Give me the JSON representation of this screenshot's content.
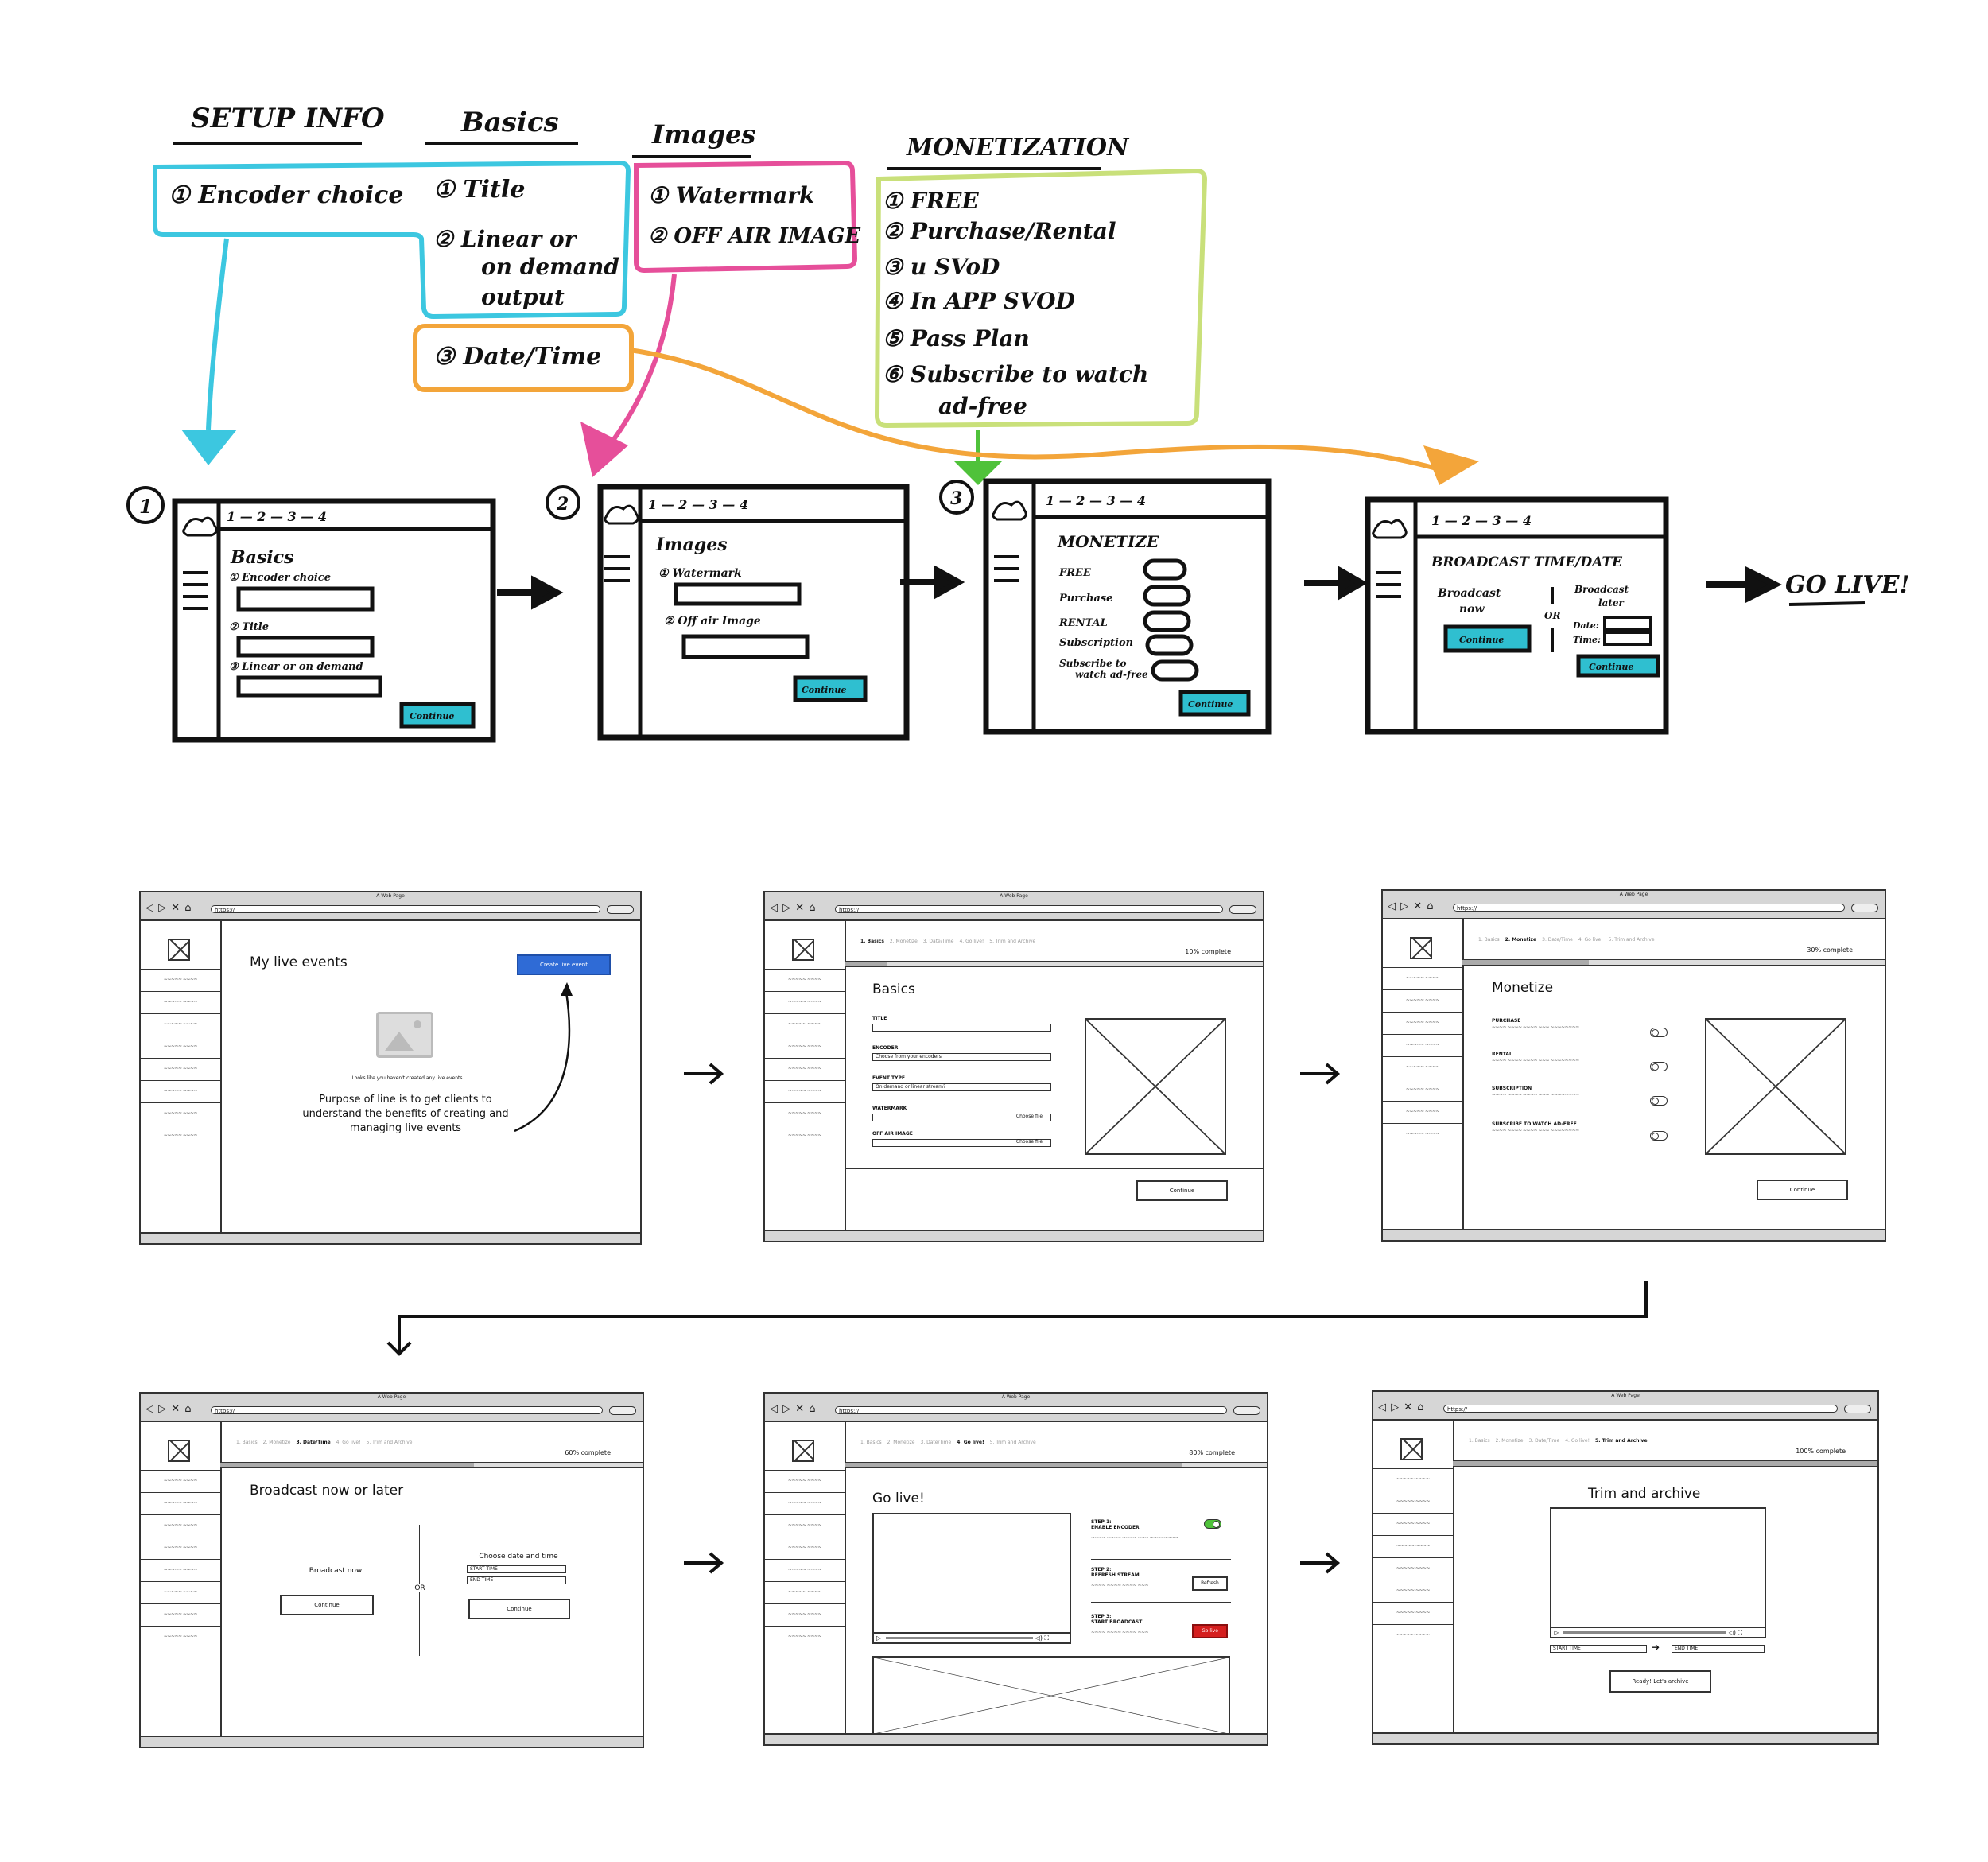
{
  "sketch": {
    "headings": {
      "setup": "SETUP INFO",
      "basics": "Basics",
      "images": "Images",
      "monetization": "MONETIZATION"
    },
    "setup_items": [
      "① Encoder choice"
    ],
    "basics_items": [
      "① Title",
      "② Linear or",
      "on demand",
      "output"
    ],
    "date_item": "③ Date/Time",
    "images_items": [
      "① Watermark",
      "② OFF AIR IMAGE"
    ],
    "monet_items": [
      "① FREE",
      "② Purchase/Rental",
      "③ u SVoD",
      "④ In APP SVOD",
      "⑤ Pass Plan",
      "⑥ Subscribe to watch",
      "ad-free"
    ],
    "numbers": [
      "①",
      "②",
      "③"
    ],
    "s1": {
      "title": "Basics",
      "l1": "① Encoder choice",
      "l2": "② Title",
      "l3": "③ Linear or on demand",
      "btn": "Continue",
      "steps": "1 — 2 — 3 — 4"
    },
    "s2": {
      "title": "Images",
      "l1": "① Watermark",
      "l2": "② Off air Image",
      "btn": "Continue",
      "steps": "1 — 2 — 3 — 4"
    },
    "s3": {
      "title": "MONETIZE",
      "items": [
        "FREE",
        "Purchase",
        "RENTAL",
        "Subscription",
        "Subscribe to",
        "watch ad-free"
      ],
      "btn": "Continue",
      "steps": "1 — 2 — 3 — 4"
    },
    "s4": {
      "title": "BROADCAST TIME/DATE",
      "now1": "Broadcast",
      "now2": "now",
      "or": "OR",
      "later1": "Broadcast",
      "later2": "later",
      "date": "Date:",
      "time": "Time:",
      "btn1": "Continue",
      "btn2": "Continue",
      "steps": "1 — 2 — 3 — 4"
    },
    "golive": "GO LIVE!"
  },
  "wireframe_common": {
    "title": "A Web Page",
    "url": "https://",
    "nav": "◁ ▷ ✕ ⌂",
    "sidebar_item": "~~~~~ ~~~~"
  },
  "steps": [
    "1. Basics",
    "2. Monetize",
    "3. Date/Time",
    "4. Go live!",
    "5. Trim and Archive"
  ],
  "w1": {
    "heading": "My live events",
    "create_btn": "Create live event",
    "empty_text": "Looks like you haven't created any live events",
    "note": "Purpose of line is to get clients to understand the benefits of creating and managing live events"
  },
  "w2": {
    "pct": "10% complete",
    "progress": 0.1,
    "heading": "Basics",
    "title_lbl": "TITLE",
    "encoder_lbl": "ENCODER",
    "encoder_val": "Choose from your encoders",
    "event_lbl": "EVENT TYPE",
    "event_val": "On demand or linear stream?",
    "wm_lbl": "WATERMARK",
    "oai_lbl": "OFF AIR IMAGE",
    "choose": "Choose file",
    "continue": "Continue"
  },
  "w3": {
    "pct": "30% complete",
    "progress": 0.3,
    "heading": "Monetize",
    "items": [
      "PURCHASE",
      "RENTAL",
      "SUBSCRIPTION",
      "SUBSCRIBE TO WATCH AD-FREE"
    ],
    "continue": "Continue"
  },
  "w4": {
    "pct": "60% complete",
    "progress": 0.6,
    "heading": "Broadcast now or later",
    "now": "Broadcast now",
    "or": "OR",
    "later": "Choose date and time",
    "start": "START TIME",
    "end": "END TIME",
    "continue1": "Continue",
    "continue2": "Continue"
  },
  "w5": {
    "pct": "80% complete",
    "progress": 0.8,
    "heading": "Go live!",
    "step1a": "STEP 1:",
    "step1b": "ENABLE ENCODER",
    "step2a": "STEP 2:",
    "step2b": "REFRESH STREAM",
    "step3a": "STEP 3:",
    "step3b": "START BROADCAST",
    "refresh": "Refresh",
    "golive": "Go live"
  },
  "w6": {
    "pct": "100% complete",
    "progress": 1.0,
    "heading": "Trim and archive",
    "start": "START TIME",
    "end": "END TIME",
    "ready": "Ready! Let's archive"
  },
  "colors": {
    "teal": "#2fbfd0",
    "cyan": "#3cc7e0",
    "pink": "#e64f9a",
    "orange": "#f3a53a",
    "lime": "#c9e07a",
    "green": "#4fc23a",
    "blue": "#2f6bd6",
    "red": "#d51f1f"
  }
}
